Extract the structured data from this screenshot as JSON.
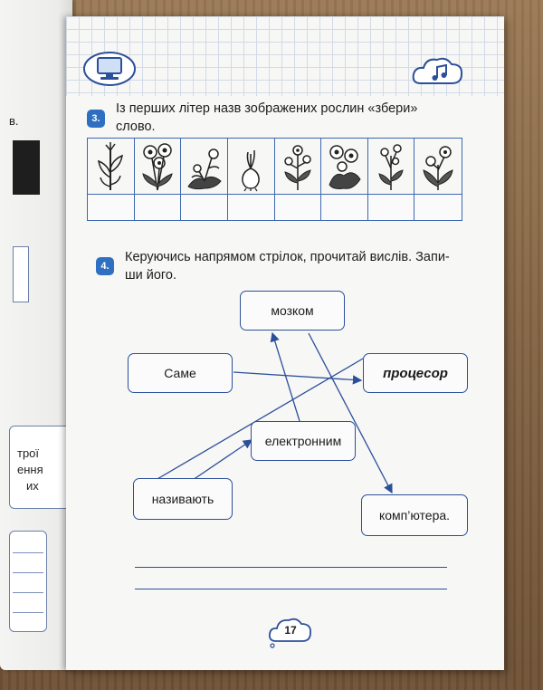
{
  "left_page": {
    "fragment_b": "в.",
    "fragment_groi": "трої",
    "fragment_ennia": "ення",
    "fragment_ykh": "их"
  },
  "task3": {
    "number": "3.",
    "text_line1": "Із перших літер назв зображених рослин «збери»",
    "text_line2": "слово.",
    "plants": [
      "plant-icon-1",
      "plant-icon-2",
      "plant-icon-3",
      "plant-icon-4",
      "plant-icon-5",
      "plant-icon-6",
      "plant-icon-7",
      "plant-icon-8"
    ]
  },
  "task4": {
    "number": "4.",
    "text_line1": "Керуючись напрямом стрілок, прочитай вислів. Запи-",
    "text_line2": "ши його.",
    "words": {
      "mozkom": "мозком",
      "same": "Саме",
      "protsesor": "процесор",
      "elektronnym": "електронним",
      "nazyvaiut": "називають",
      "kompiutera": "комп’ютера."
    }
  },
  "page_number": "17",
  "colors": {
    "accent": "#2e6fc2",
    "line": "#2c4f9a"
  }
}
